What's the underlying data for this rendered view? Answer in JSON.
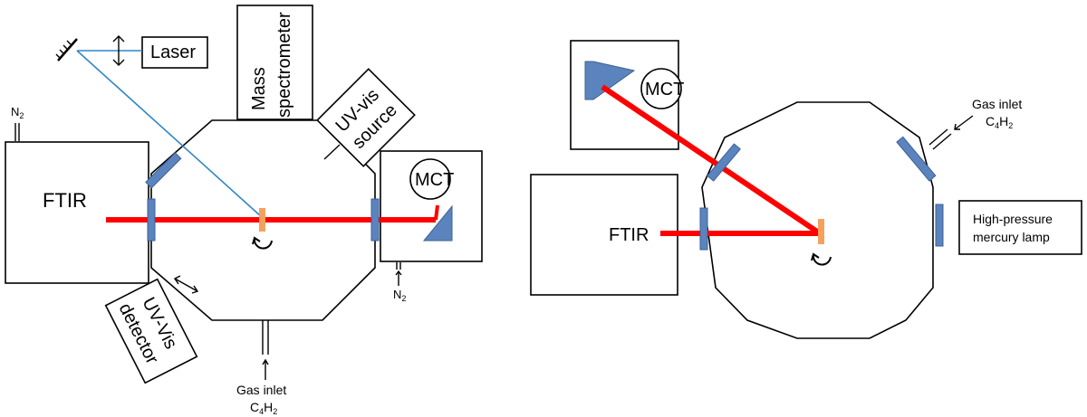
{
  "left": {
    "laser_label": "Laser",
    "mass_spec_label_1": "Mass",
    "mass_spec_label_2": "spectrometer",
    "uvvis_source_1": "UV-vis",
    "uvvis_source_2": "source",
    "ftir_label": "FTIR",
    "mct_label": "MCT",
    "uvvis_detector_1": "UV-Vis",
    "uvvis_detector_2": "detector",
    "n2_label": "N",
    "n2_sub": "2",
    "gas_inlet_label": "Gas inlet",
    "gas_formula": {
      "c": "C",
      "c_sub": "4",
      "h": "H",
      "h_sub": "2"
    }
  },
  "right": {
    "ftir_label": "FTIR",
    "mct_label": "MCT",
    "gas_inlet_label": "Gas inlet",
    "gas_formula": {
      "c": "C",
      "c_sub": "4",
      "h": "H",
      "h_sub": "2"
    },
    "lamp_label_1": "High-pressure",
    "lamp_label_2": "mercury lamp"
  },
  "colors": {
    "beam": "#ff0000",
    "window": "#5b84bf",
    "sample": "#f4a15d",
    "laser_beam": "#2f86c8"
  }
}
